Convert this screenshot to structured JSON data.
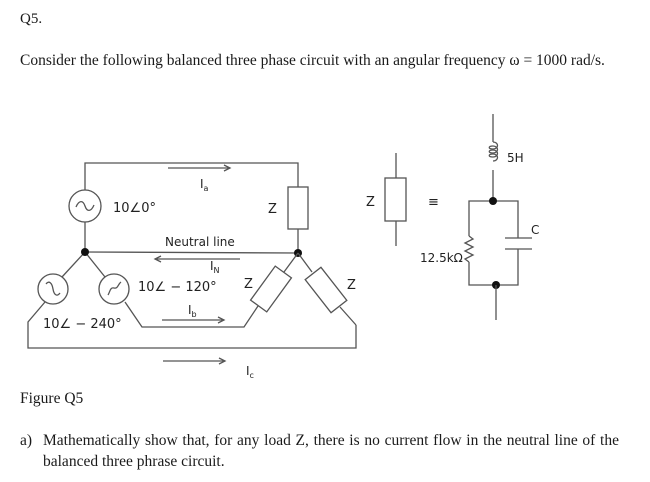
{
  "question_number": "Q5.",
  "intro_text": "Consider the following balanced three phase circuit with an angular frequency ω = 1000 rad/s.",
  "figure": {
    "caption": "Figure Q5",
    "sources": {
      "a": "10∠0°",
      "b": "10∠ − 120°",
      "c": "10∠ − 240°"
    },
    "currents": {
      "a": {
        "main": "I",
        "sub": "a"
      },
      "b": {
        "main": "I",
        "sub": "b"
      },
      "c": {
        "main": "I",
        "sub": "c"
      },
      "n": {
        "main": "I",
        "sub": "N"
      }
    },
    "neutral_label": "Neutral line",
    "load_label": "Z",
    "equivalence_symbol": "≡",
    "equivalent_load": {
      "inductor": "5H",
      "resistor": "12.5kΩ",
      "capacitor": "C"
    }
  },
  "parts": [
    {
      "label": "a)",
      "text": "Mathematically show that, for any load Z, there is no current flow in the neutral line of the balanced three phrase circuit."
    }
  ]
}
